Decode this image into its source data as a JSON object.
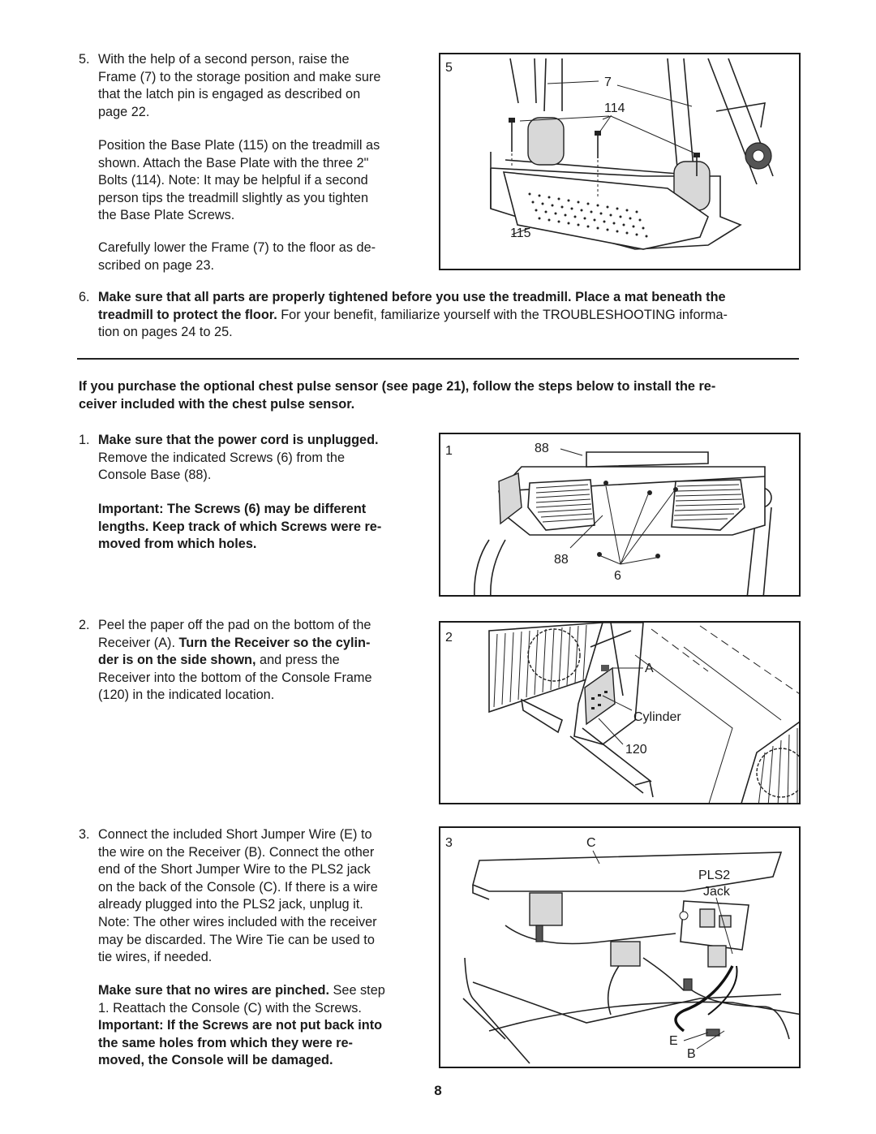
{
  "step5": {
    "number": "5.",
    "p1": [
      "With the help of a second person, raise the",
      "Frame (7) to the storage position and make sure",
      "that the latch pin is engaged as described on",
      "page 22."
    ],
    "p2": [
      "Position the Base Plate (115) on the treadmill as",
      "shown. Attach the Base Plate with the three 2\"",
      "Bolts (114). Note: It may be helpful if a second",
      "person tips the treadmill slightly as you tighten",
      "the Base Plate Screws."
    ],
    "p3": [
      "Carefully lower the Frame (7) to the floor as de-",
      "scribed on page 23."
    ]
  },
  "step6": {
    "number": "6.",
    "bold1": "Make sure that all parts are properly tightened before you use the treadmill. Place a mat beneath the",
    "bold2": "treadmill to protect the floor.",
    "rest2": " For your benefit, familiarize yourself with the TROUBLESHOOTING informa-",
    "line3": "tion on pages 24 to 25."
  },
  "intro": {
    "line1": "If you purchase the optional chest pulse sensor (see page 21), follow the steps below to install the re-",
    "line2": "ceiver included with the chest pulse sensor."
  },
  "rstep1": {
    "number": "1.",
    "bold": "Make sure that the power cord is unplugged.",
    "lines": [
      "Remove the indicated Screws (6) from the",
      "Console Base (88)."
    ],
    "important": [
      "Important: The Screws (6) may be different",
      "lengths. Keep track of which Screws were re-",
      "moved from which holes."
    ]
  },
  "rstep2": {
    "number": "2.",
    "l1": "Peel the paper off the pad on the bottom of the",
    "l2a": "Receiver (A). ",
    "l2b": "Turn the Receiver so the cylin-",
    "l3a": "der is on the side shown,",
    "l3b": " and press the",
    "l4": "Receiver into the bottom of the Console Frame",
    "l5": "(120) in the indicated location."
  },
  "rstep3": {
    "number": "3.",
    "lines": [
      "Connect the included Short Jumper Wire (E) to",
      "the wire on the Receiver (B). Connect the other",
      "end of the Short Jumper Wire to the PLS2 jack",
      "on the back of the Console (C). If there is a wire",
      "already plugged into the PLS2 jack, unplug it.",
      "Note: The other wires included with the receiver",
      "may be discarded. The Wire Tie can be used to",
      "tie wires, if needed."
    ],
    "pinched_bold": "Make sure that no wires are pinched.",
    "pinched_rest": " See step",
    "reattach": "1. Reattach the Console (C) with the Screws.",
    "important": [
      "Important: If the Screws are not put back into",
      "the same holes from which they were re-",
      "moved, the Console will be damaged."
    ]
  },
  "figures": {
    "fig5": {
      "num": "5",
      "labels": {
        "frame": "7",
        "bolts": "114",
        "plate": "115"
      }
    },
    "fig1": {
      "num": "1",
      "labels": {
        "base_top": "88",
        "base_bottom": "88",
        "screws": "6"
      }
    },
    "fig2": {
      "num": "2",
      "labels": {
        "receiver": "A",
        "cylinder": "Cylinder",
        "console_frame": "120"
      }
    },
    "fig3": {
      "num": "3",
      "labels": {
        "console": "C",
        "pls2": "PLS2",
        "jack": "Jack",
        "jumper": "E",
        "receiver_wire": "B"
      }
    }
  },
  "page_number": "8"
}
